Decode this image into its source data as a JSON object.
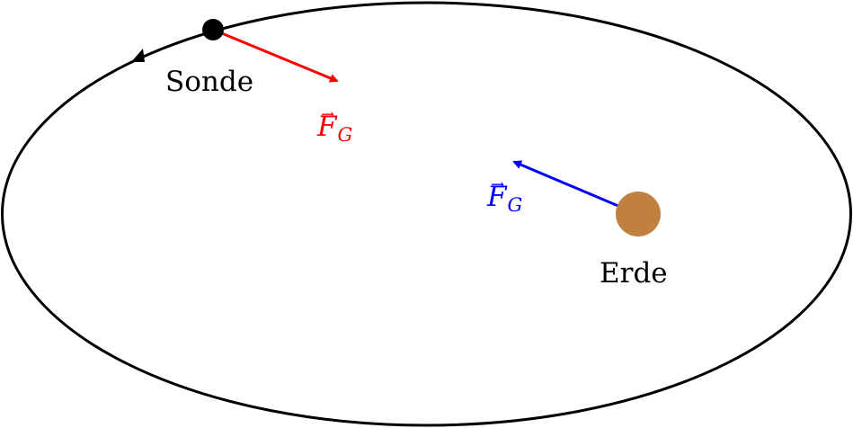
{
  "labels": {
    "probe": "Sonde",
    "earth": "Erde",
    "force_symbol": "F",
    "force_subscript": "G",
    "vector_arrow": "→"
  },
  "colors": {
    "orbit": "#000000",
    "probe": "#000000",
    "earth": "#bf8040",
    "force_on_probe": "#ff0000",
    "force_on_earth": "#0000ff",
    "label_text": "#000000"
  },
  "icons": {
    "orbit_direction": "arrowhead-icon",
    "force_arrow": "arrow-icon"
  }
}
